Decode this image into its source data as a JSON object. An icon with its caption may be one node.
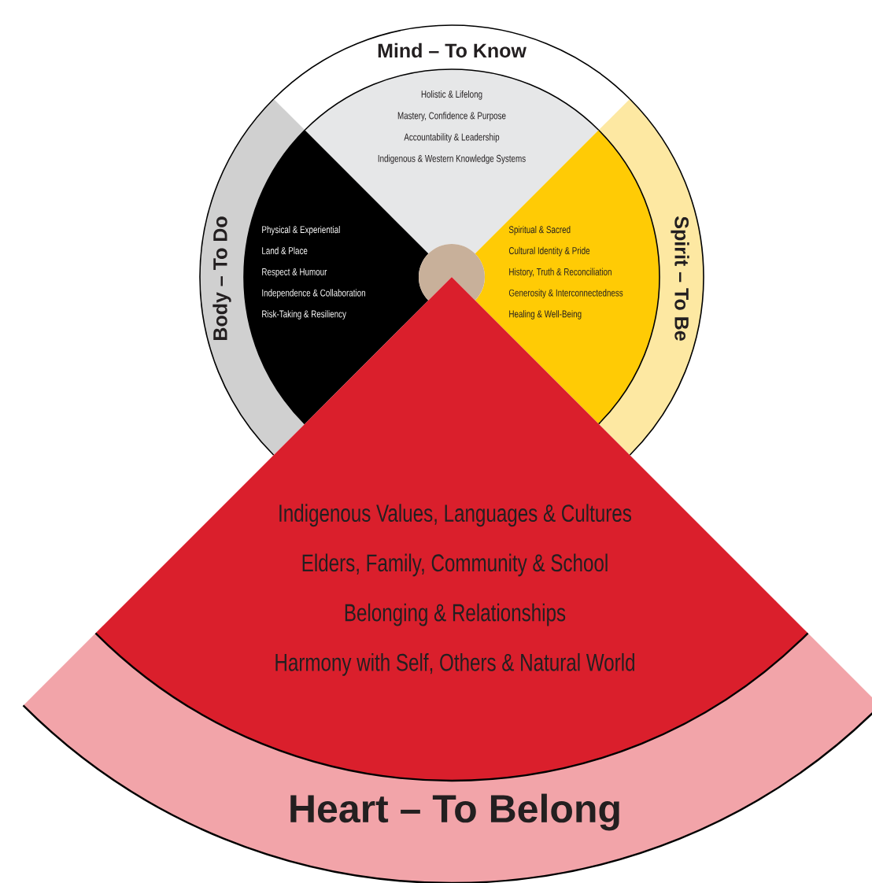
{
  "diagram": {
    "nodes": [
      {
        "text": [
          "Mind – To Know",
          "Holistic & Lifelong",
          "Mastery, Confidence & Purpose",
          "Accountability & Leadership",
          "Indigenous & Western Knowledge Systems"
        ]
      },
      {
        "text": [
          "Body – To Do",
          "Physical & Experiential",
          "Land & Place",
          "Respect & Humour",
          "Independence & Collaboration",
          "Risk-Taking & Resiliency"
        ]
      },
      {
        "text": [
          "Spirit – To Be",
          "Spiritual & Sacred",
          "Cultural Identity & Pride",
          "History, Truth & Reconciliation",
          "Generosity & Interconnectedness",
          "Healing & Well-Being"
        ]
      },
      {
        "text": [
          "Indigenous Values, Languages & Cultures",
          "Elders, Family, Community & School",
          "Belonging & Relationships",
          "Harmony with Self, Others & Natural World",
          "Heart – To Belong"
        ]
      }
    ]
  }
}
